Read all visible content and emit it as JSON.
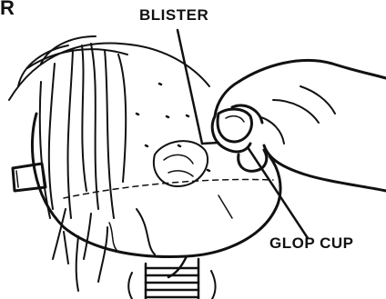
{
  "figure": {
    "corner_text": "R",
    "labels": {
      "blister": "BLISTER",
      "glop_cup": "GLOP CUP"
    },
    "ink_color": "#111111",
    "paper_color": "#ffffff"
  }
}
